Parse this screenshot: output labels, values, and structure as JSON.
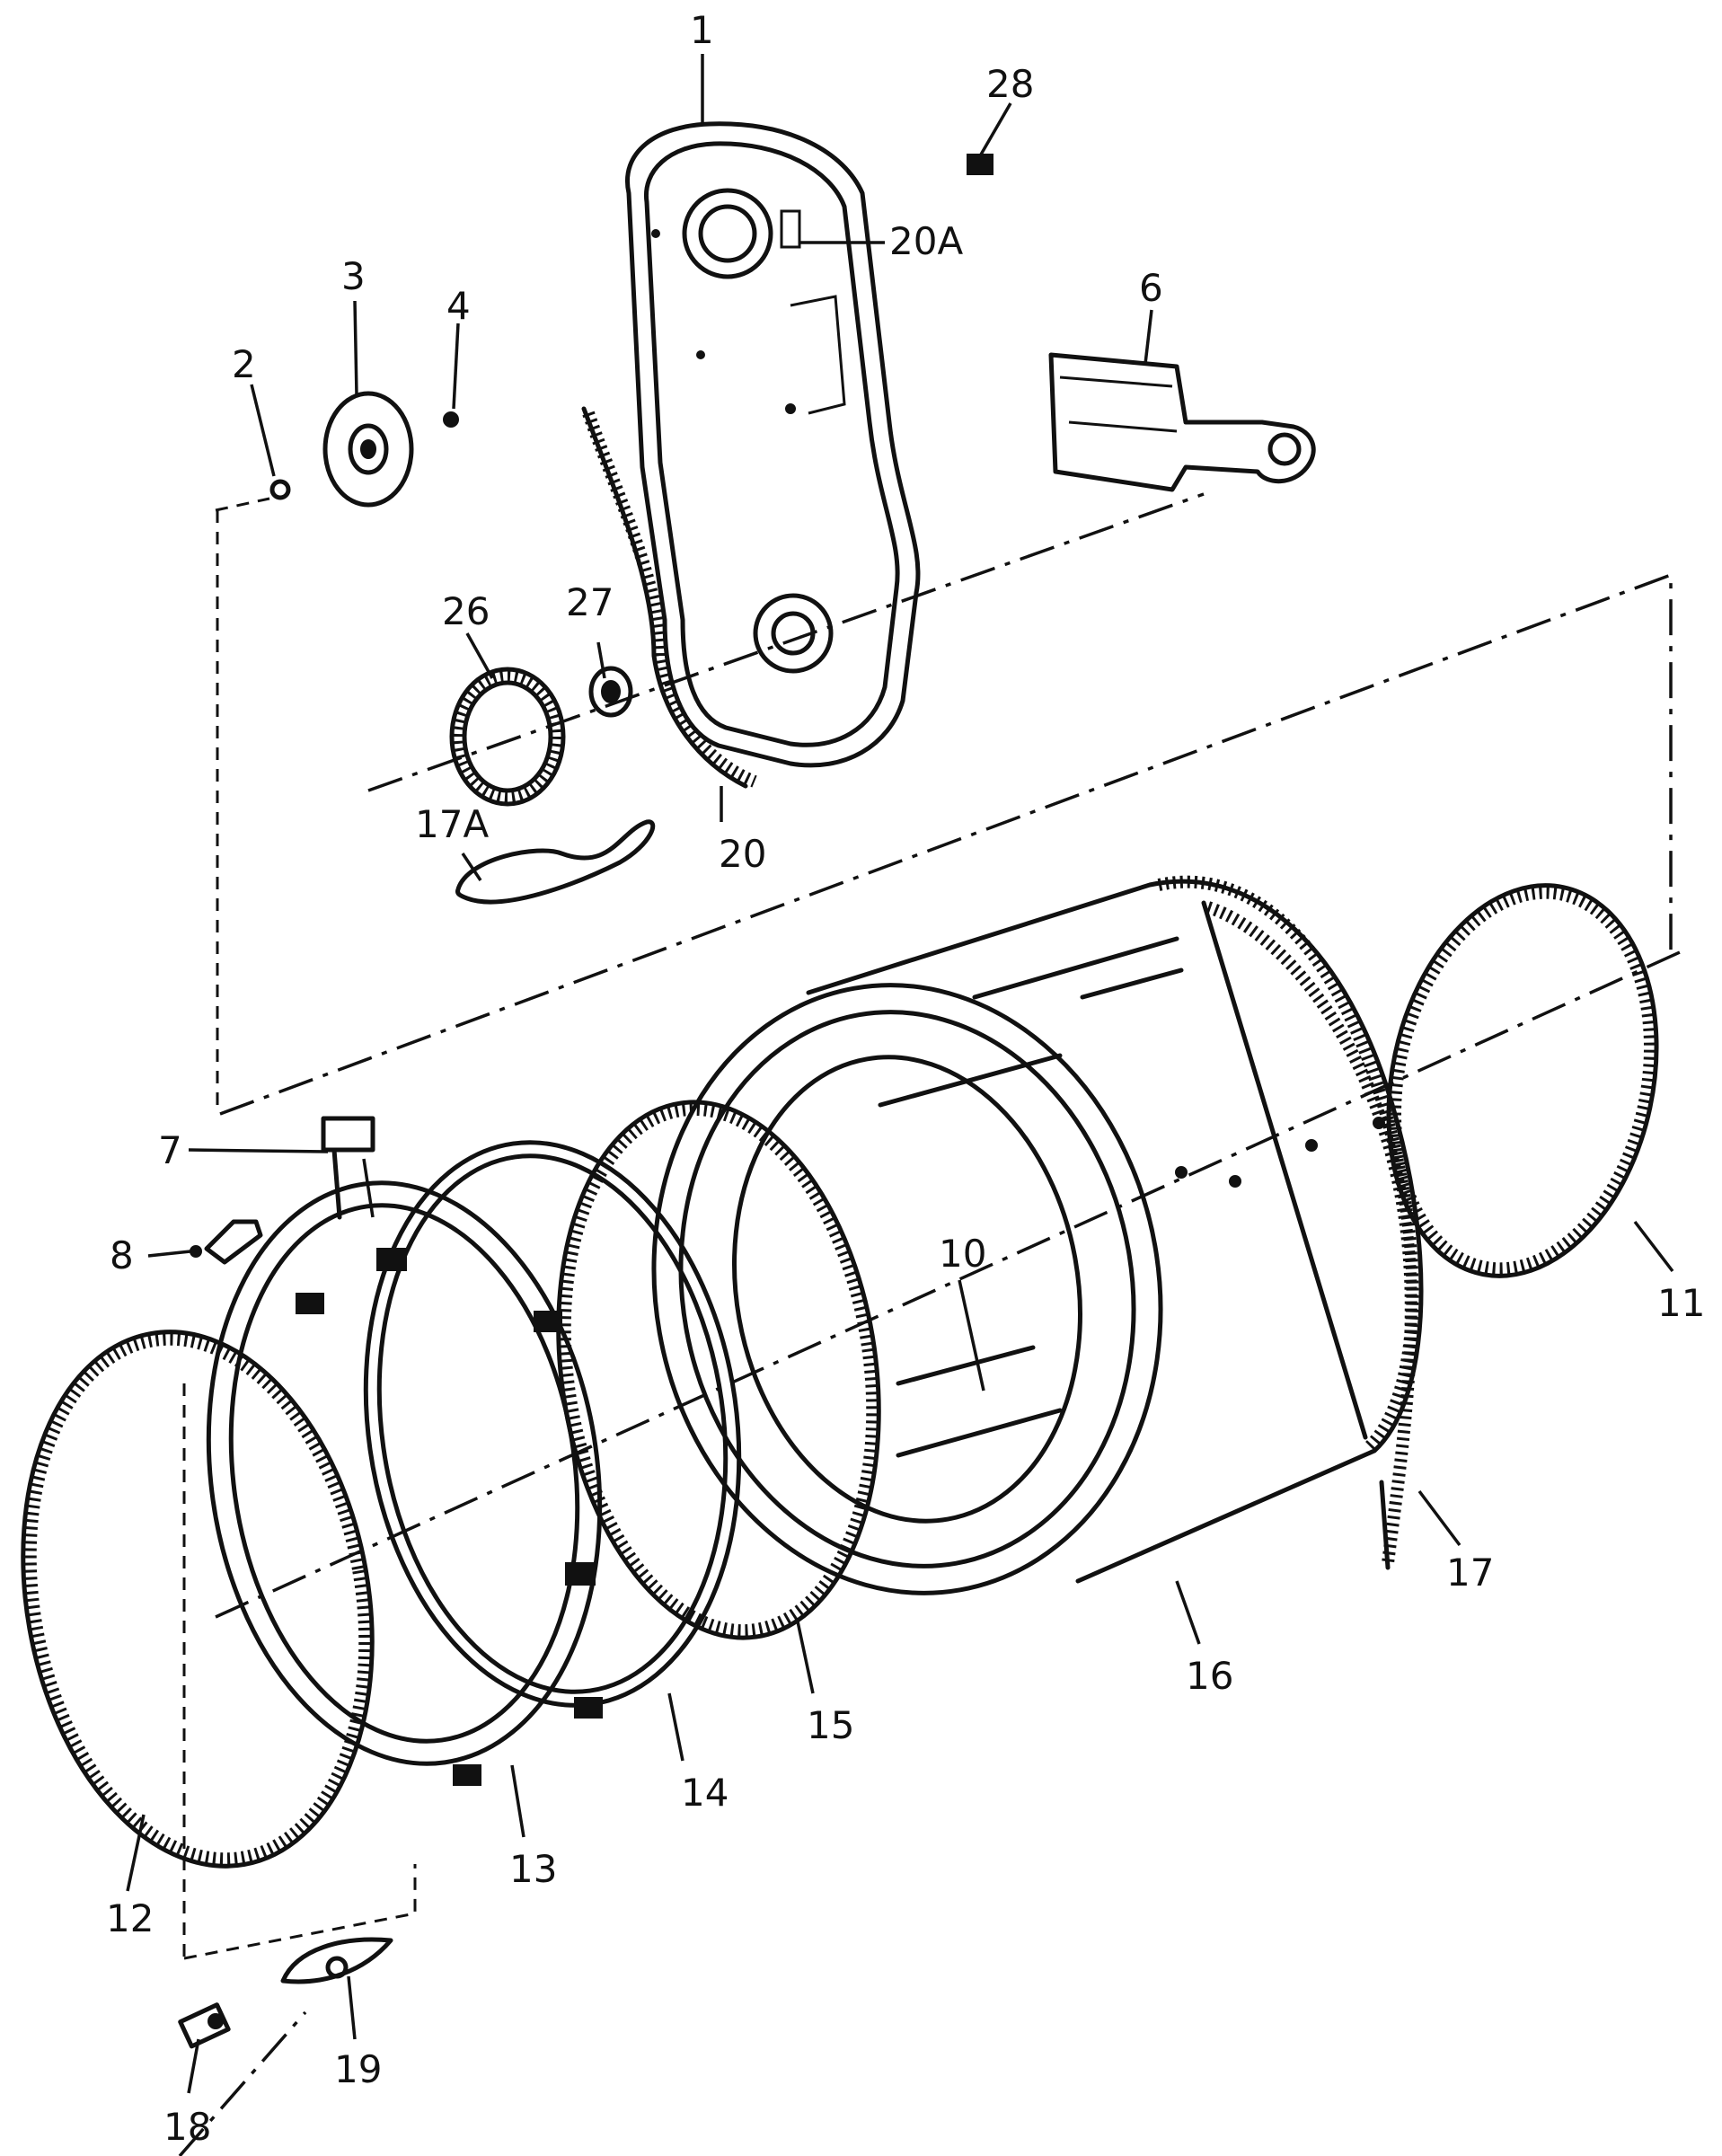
{
  "callouts": {
    "c1": "1",
    "c2": "2",
    "c3": "3",
    "c4": "4",
    "c6": "6",
    "c7": "7",
    "c8": "8",
    "c10": "10",
    "c11": "11",
    "c12": "12",
    "c13": "13",
    "c14": "14",
    "c15": "15",
    "c16": "16",
    "c17": "17",
    "c17a": "17A",
    "c18": "18",
    "c19": "19",
    "c20": "20",
    "c20a": "20A",
    "c26": "26",
    "c27": "27",
    "c28": "28"
  }
}
